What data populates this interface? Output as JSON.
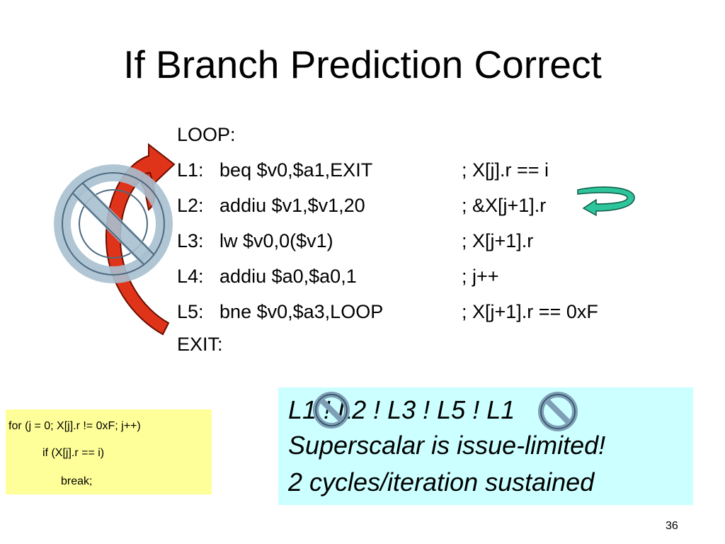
{
  "slide": {
    "title": "If Branch Prediction Correct",
    "code_lines": [
      {
        "text": "LOOP:",
        "comment": ""
      },
      {
        "text": "L1:   beq $v0,$a1,EXIT",
        "comment": "; X[j].r == i"
      },
      {
        "text": "L2:   addiu $v1,$v1,20",
        "comment": "; &X[j+1].r"
      },
      {
        "text": "L3:   lw $v0,0($v1)",
        "comment": "; X[j+1].r"
      },
      {
        "text": "L4:   addiu $a0,$a0,1",
        "comment": "; j++"
      },
      {
        "text": "L5:   bne $v0,$a3,LOOP",
        "comment": "; X[j+1].r == 0xF"
      },
      {
        "text": "EXIT:",
        "comment": ""
      }
    ],
    "c_code": [
      "for (j = 0; X[j].r != 0xF; j++)",
      "if (X[j].r == i)",
      "break;"
    ],
    "summary": {
      "line1": "L1 ! L2 ! L3 ! L5 ! L1",
      "line2": "Superscalar is issue-limited!",
      "line3": "2 cycles/iteration sustained"
    },
    "page_number": "36"
  },
  "colors": {
    "loop_arrow": "#e0341a",
    "loop_arrow_edge": "#6b0d00",
    "small_arrow": "#2ec49c",
    "no_symbol_fill": "#a8c0d0",
    "no_symbol_stroke": "#4d6a80",
    "yellow_box": "#ffff99",
    "cyan_box": "#ccffff"
  }
}
